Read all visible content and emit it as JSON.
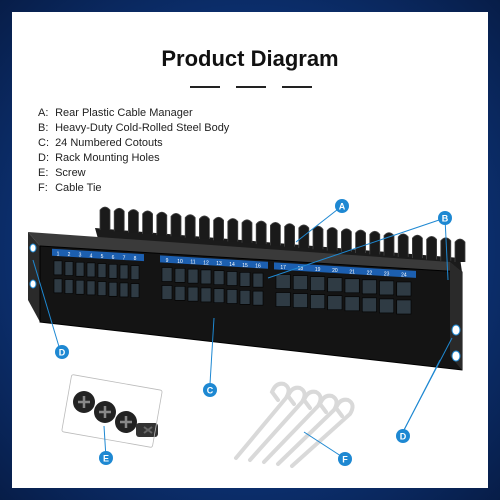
{
  "title": "Product Diagram",
  "legend": [
    {
      "key": "A:",
      "text": "Rear Plastic Cable Manager"
    },
    {
      "key": "B:",
      "text": "Heavy-Duty Cold-Rolled Steel Body"
    },
    {
      "key": "C:",
      "text": "24 Numbered Cotouts"
    },
    {
      "key": "D:",
      "text": "Rack Mounting Holes"
    },
    {
      "key": "E:",
      "text": "Screw"
    },
    {
      "key": "F:",
      "text": "Cable Tie"
    }
  ],
  "callouts": {
    "a": "A",
    "b": "B",
    "c": "C",
    "d_left": "D",
    "d_right": "D",
    "e": "E",
    "f": "F"
  },
  "port_numbers": {
    "group1": [
      "1",
      "2",
      "3",
      "4",
      "5",
      "6",
      "7",
      "8"
    ],
    "group2": [
      "9",
      "10",
      "11",
      "12",
      "13",
      "14",
      "15",
      "16"
    ],
    "group3": [
      "17",
      "18",
      "19",
      "20",
      "21",
      "22",
      "23",
      "24"
    ]
  },
  "colors": {
    "accent": "#1e88d2",
    "panel": "#141414",
    "frame_bg": "#0d3478"
  }
}
